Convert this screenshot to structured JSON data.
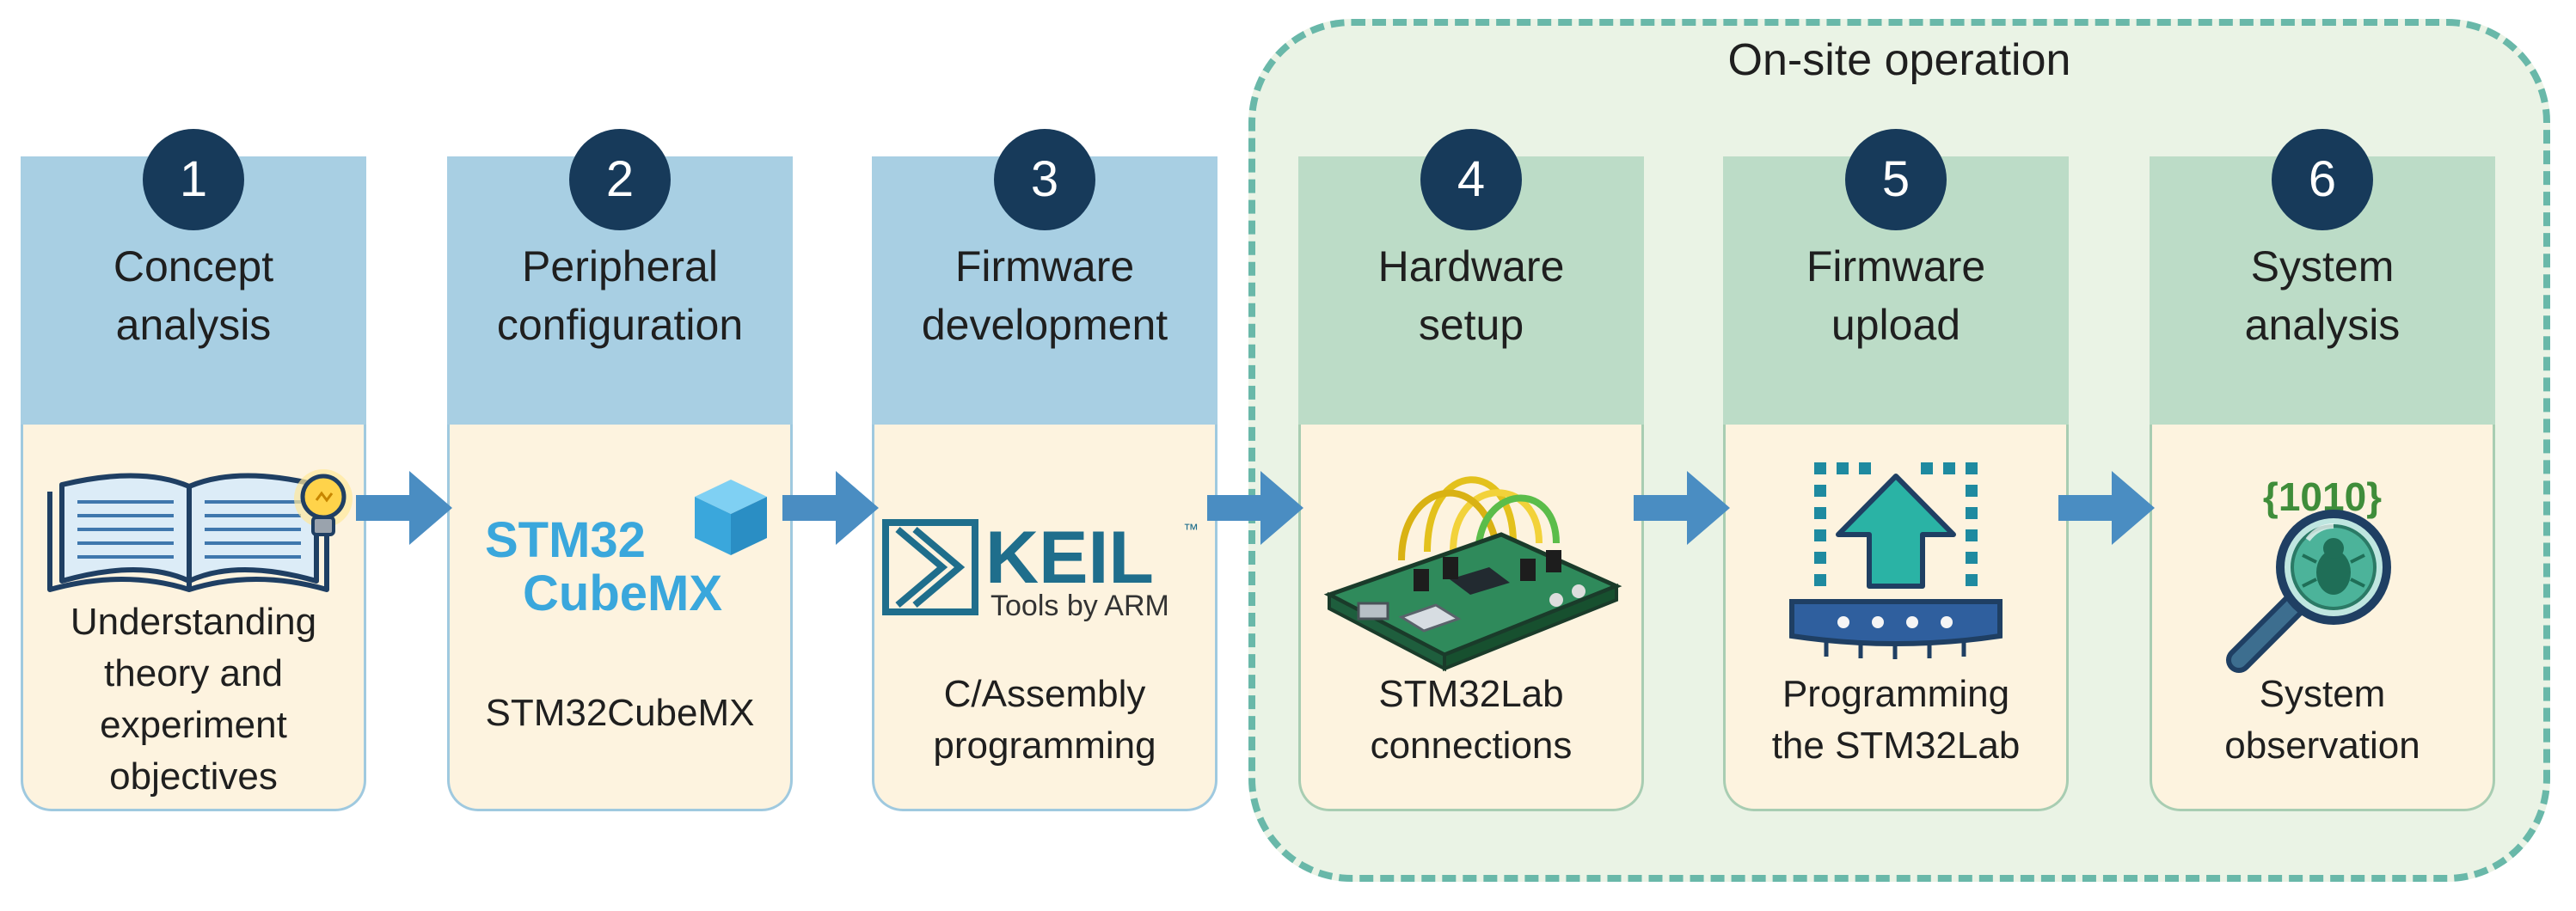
{
  "group": {
    "title": "On-site operation"
  },
  "steps": [
    {
      "number": "1",
      "title_lines": [
        "Concept",
        "analysis"
      ],
      "caption_lines": [
        "Understanding",
        "theory and",
        "experiment",
        "objectives"
      ],
      "icon": "book-lightbulb-icon"
    },
    {
      "number": "2",
      "title_lines": [
        "Peripheral",
        "configuration"
      ],
      "caption_lines": [
        "STM32CubeMX"
      ],
      "icon": "stm32cubemx-logo",
      "logo": {
        "top": "STM32",
        "bottom": "CubeMX"
      }
    },
    {
      "number": "3",
      "title_lines": [
        "Firmware",
        "development"
      ],
      "caption_lines": [
        "C/Assembly",
        "programming"
      ],
      "icon": "keil-logo",
      "logo": {
        "main": "KEIL",
        "tm": "™",
        "sub": "Tools by ARM"
      }
    },
    {
      "number": "4",
      "title_lines": [
        "Hardware",
        "setup"
      ],
      "caption_lines": [
        "STM32Lab",
        "connections"
      ],
      "icon": "circuit-board-icon"
    },
    {
      "number": "5",
      "title_lines": [
        "Firmware",
        "upload"
      ],
      "caption_lines": [
        "Programming",
        "the STM32Lab"
      ],
      "icon": "upload-chip-icon"
    },
    {
      "number": "6",
      "title_lines": [
        "System",
        "analysis"
      ],
      "caption_lines": [
        "System",
        "observation"
      ],
      "icon": "magnifier-bug-icon",
      "code": "{1010}"
    }
  ],
  "colors": {
    "badge": "#173a5a",
    "header_blue": "#a8cfe3",
    "header_green": "#bcdcc7",
    "card_body": "#fdf3df",
    "arrow": "#4a8dc2",
    "group_fill": "#eaf3e5",
    "group_border": "#69b8a9"
  }
}
